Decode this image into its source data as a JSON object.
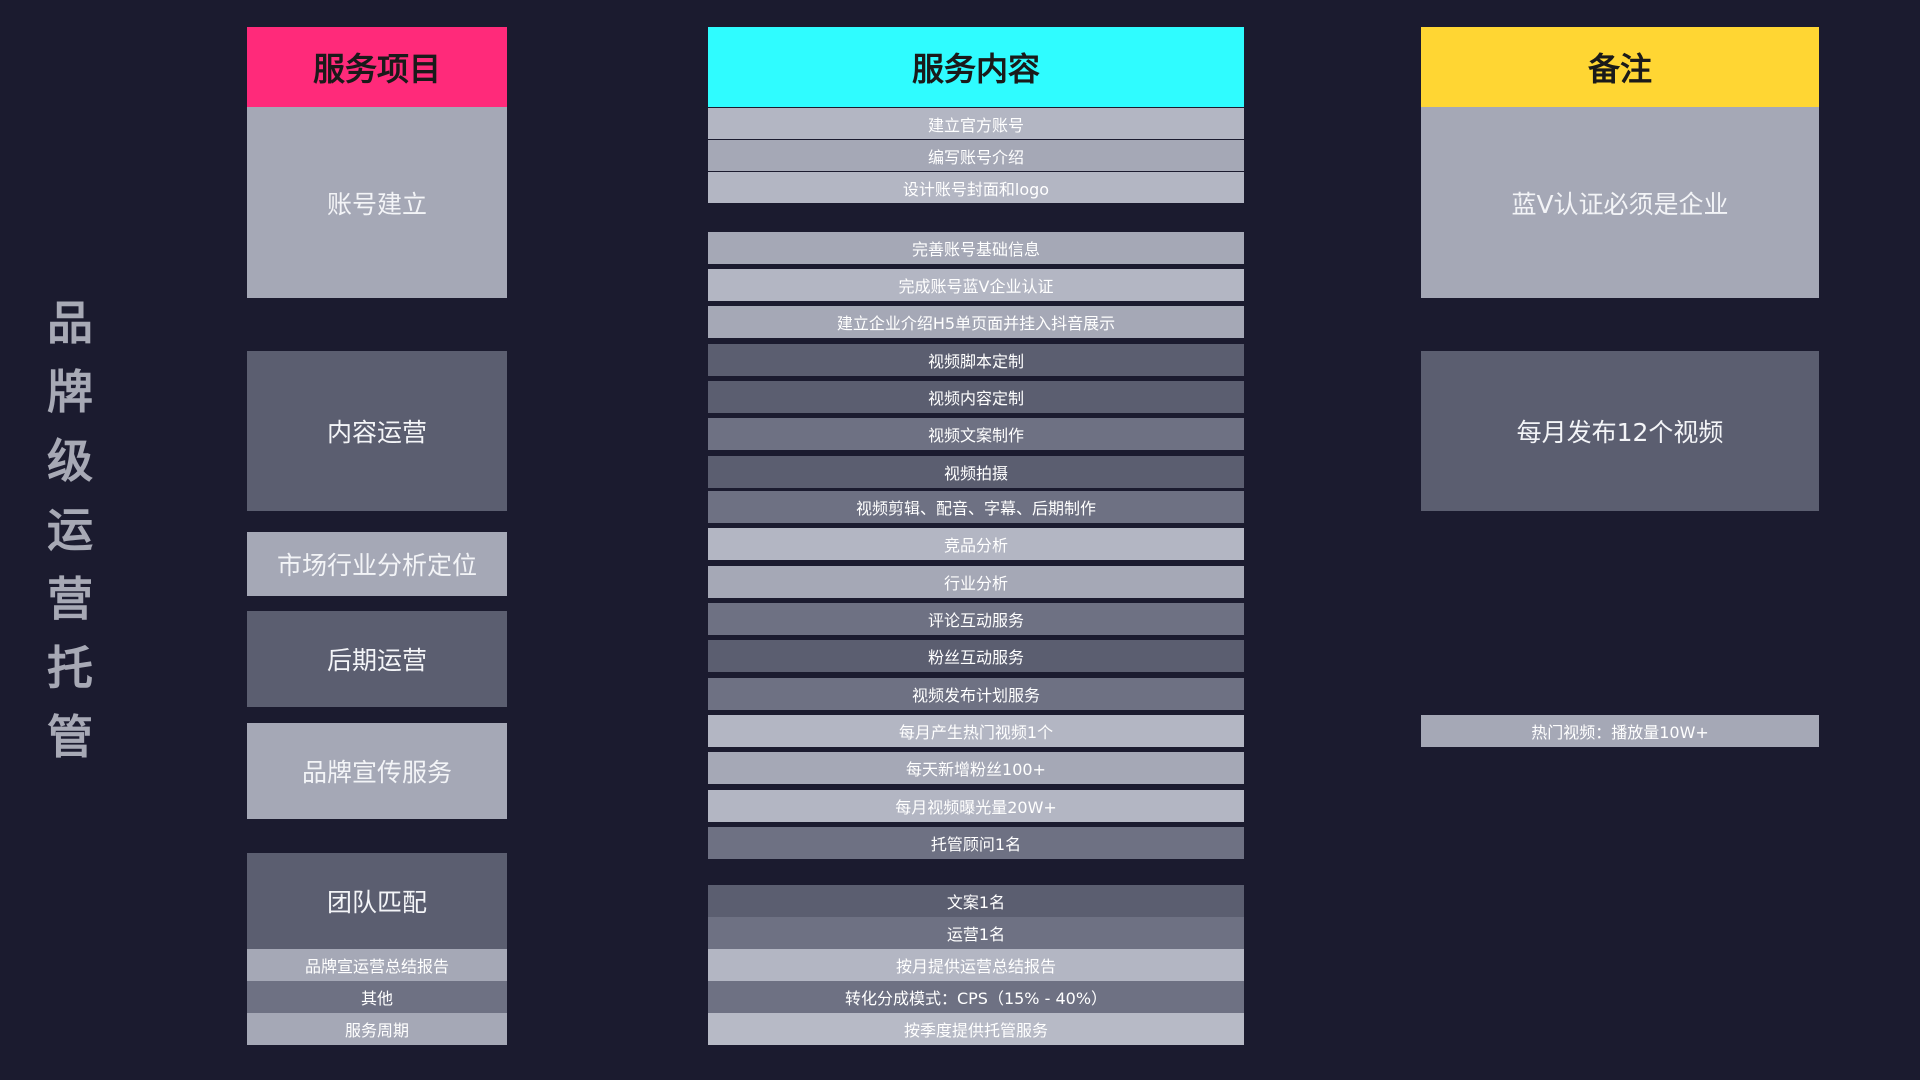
{
  "vertical_title": [
    "品",
    "牌",
    "级",
    "运",
    "营",
    "托",
    "管"
  ],
  "headers": {
    "col1": "服务项目",
    "col2": "服务内容",
    "col3": "备注"
  },
  "header_colors": {
    "col1": "#ff2a7a",
    "col2": "#2ffcff",
    "col3": "#ffd633"
  },
  "col1": [
    "账号建立",
    "内容运营",
    "市场行业分析定位",
    "后期运营",
    "品牌宣传服务",
    "团队匹配",
    "品牌宣运营总结报告",
    "其他",
    "服务周期"
  ],
  "col2": [
    "建立官方账号",
    "编写账号介绍",
    "设计账号封面和logo",
    "完善账号基础信息",
    "完成账号蓝V企业认证",
    "建立企业介绍H5单页面并挂入抖音展示",
    "视频脚本定制",
    "视频内容定制",
    "视频文案制作",
    "视频拍摄",
    "视频剪辑、配音、字幕、后期制作",
    "竞品分析",
    "行业分析",
    "评论互动服务",
    "粉丝互动服务",
    "视频发布计划服务",
    "每月产生热门视频1个",
    "每天新增粉丝100+",
    "每月视频曝光量20W+",
    "托管顾问1名",
    "文案1名",
    "运营1名",
    "按月提供运营总结报告",
    "转化分成模式：CPS（15% - 40%）",
    "按季度提供托管服务"
  ],
  "col3": [
    "蓝V认证必须是企业",
    "每月发布12个视频",
    "热门视频：播放量10W+"
  ]
}
